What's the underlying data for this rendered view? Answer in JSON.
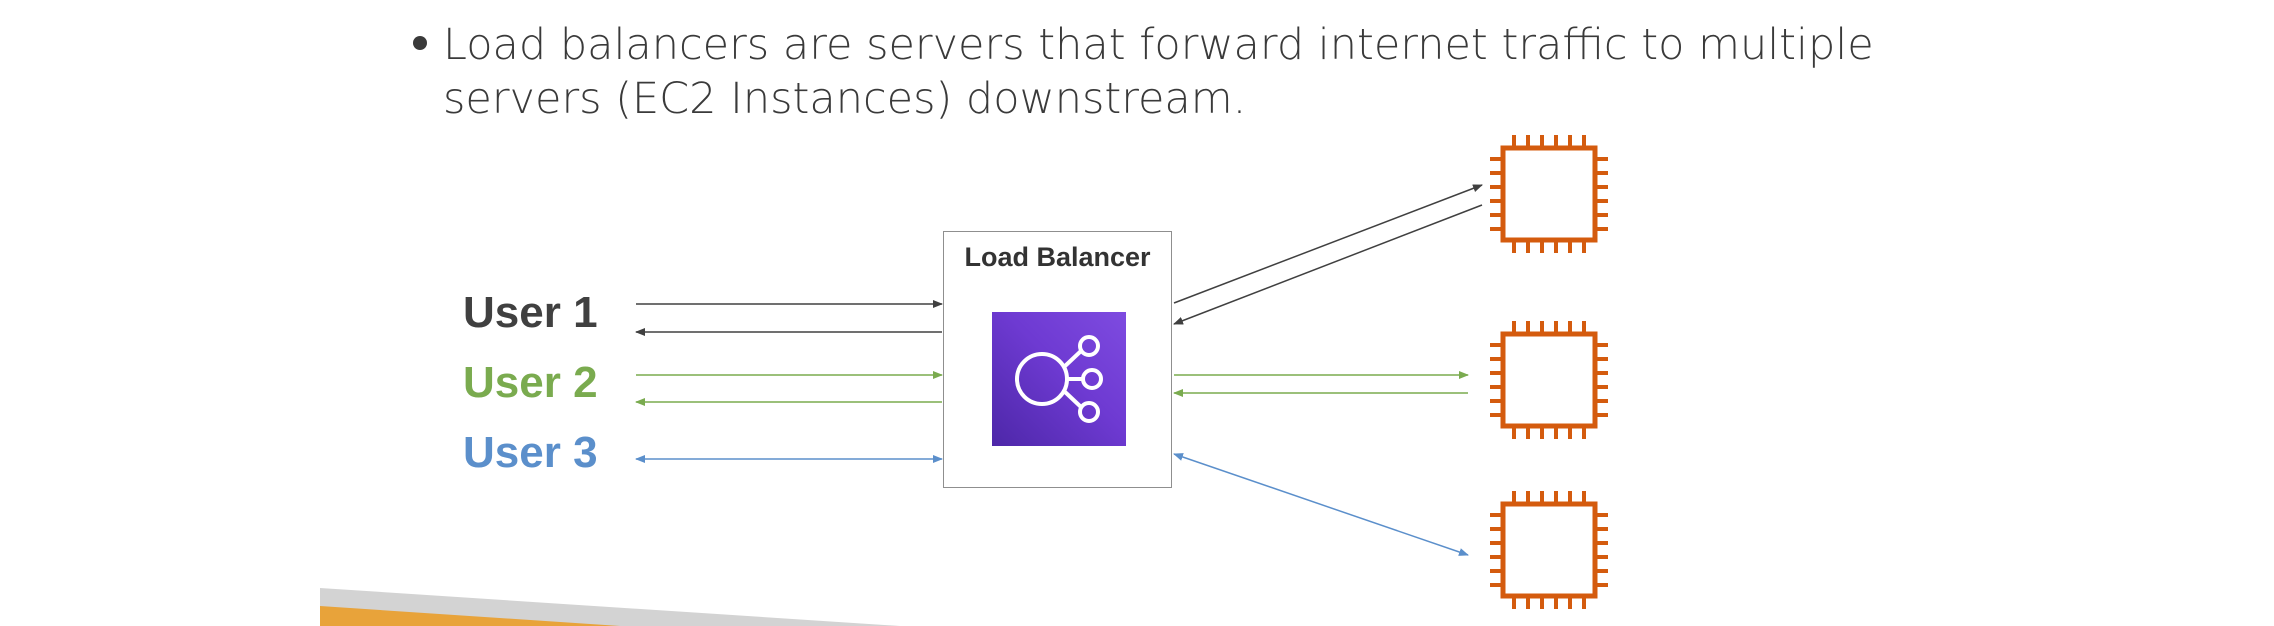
{
  "bullet": {
    "line1": "Load balancers are servers that forward internet traffic to multiple",
    "line2": "servers (EC2 Instances) downstream."
  },
  "users": [
    {
      "label": "User 1",
      "color": "#404040"
    },
    {
      "label": "User 2",
      "color": "#7aab4f"
    },
    {
      "label": "User 3",
      "color": "#5b8fcb"
    }
  ],
  "load_balancer": {
    "title": "Load Balancer",
    "icon": "elastic-load-balancing-icon",
    "tile_color": "#5a30b5"
  },
  "instances": [
    {
      "icon": "ec2-instance-chip-icon",
      "color": "#d45b0e"
    },
    {
      "icon": "ec2-instance-chip-icon",
      "color": "#d45b0e"
    },
    {
      "icon": "ec2-instance-chip-icon",
      "color": "#d45b0e"
    }
  ],
  "colors": {
    "accent_orange": "#e8a33a",
    "accent_gray": "#d3d3d3",
    "text": "#3a3a3a"
  }
}
